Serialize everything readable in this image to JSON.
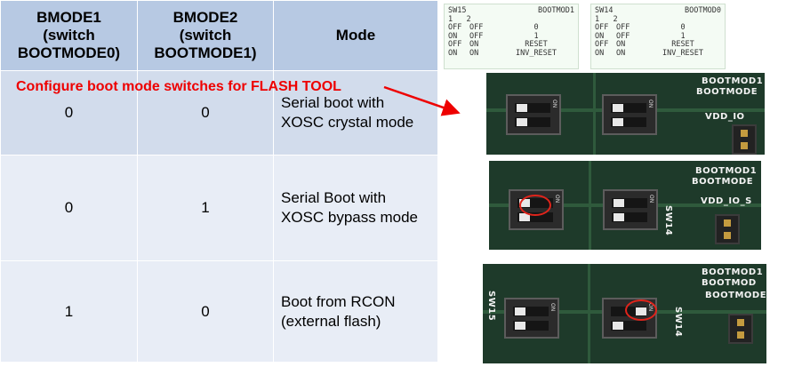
{
  "headers": {
    "bmode1": [
      "BMODE1",
      "(switch",
      "BOOTMODE0)"
    ],
    "bmode2": [
      "BMODE2",
      "(switch",
      "BOOTMODE1)"
    ],
    "mode": "Mode"
  },
  "legend_left": {
    "title_left": "SW15",
    "title_right": "BOOTMOD1",
    "numbers": "1   2",
    "rows": [
      [
        "OFF",
        "OFF",
        "0"
      ],
      [
        "ON",
        "OFF",
        "1"
      ],
      [
        "OFF",
        "ON",
        "RESET"
      ],
      [
        "ON",
        "ON",
        "INV_RESET"
      ]
    ]
  },
  "legend_right": {
    "title_left": "SW14",
    "title_right": "BOOTMOD0",
    "numbers": "1   2",
    "rows": [
      [
        "OFF",
        "OFF",
        "0"
      ],
      [
        "ON",
        "OFF",
        "1"
      ],
      [
        "OFF",
        "ON",
        "RESET"
      ],
      [
        "ON",
        "ON",
        "INV_RESET"
      ]
    ]
  },
  "callout": "Configure boot mode switches for FLASH TOOL",
  "rows": [
    {
      "bmode1": "0",
      "bmode2": "0",
      "mode": [
        "Serial boot with",
        "XOSC crystal mode"
      ]
    },
    {
      "bmode1": "0",
      "bmode2": "1",
      "mode": [
        "Serial Boot with",
        "XOSC bypass mode"
      ]
    },
    {
      "bmode1": "1",
      "bmode2": "0",
      "mode": [
        "Boot from RCON",
        "(external flash)"
      ]
    }
  ],
  "board_labels": {
    "r1": [
      "BOOTMOD1",
      "BOOTMODE",
      "VDD_IO"
    ],
    "r2": [
      "BOOTMOD1",
      "BOOTMODE",
      "VDD_IO_S",
      "SW14"
    ],
    "r3": [
      "BOOTMOD1",
      "BOOTMOD",
      "BOOTMODE",
      "SW14",
      "SW15"
    ]
  },
  "colors": {
    "header_bg": "#b7c9e3",
    "row1_bg": "#d2dcec",
    "row_bg": "#e8edf6",
    "callout": "#ee0000",
    "highlight": "#e0241b"
  }
}
